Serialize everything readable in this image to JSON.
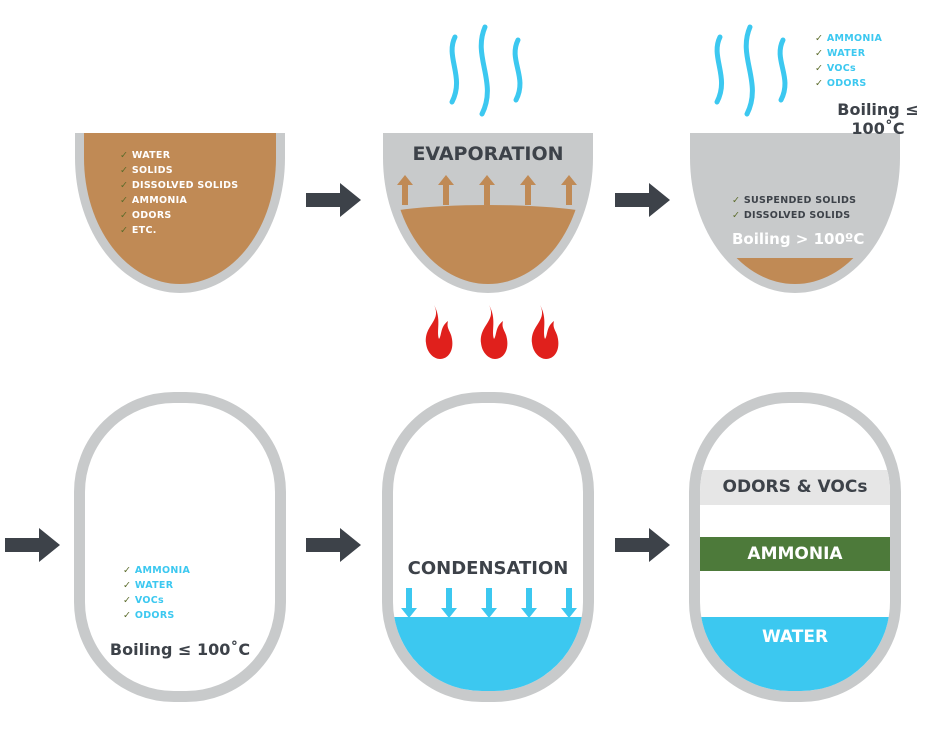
{
  "step1": {
    "items": [
      "WATER",
      "SOLIDS",
      "DISSOLVED SOLIDS",
      "AMMONIA",
      "ODORS",
      "ETC."
    ]
  },
  "step2": {
    "title": "EVAPORATION"
  },
  "step3": {
    "vapor_items": [
      "AMMONIA",
      "WATER",
      "VOCs",
      "ODORS"
    ],
    "vapor_label": "Boiling ≤ 100˚C",
    "residue_items": [
      "SUSPENDED SOLIDS",
      "DISSOLVED SOLIDS"
    ],
    "residue_label": "Boiling > 100ºC"
  },
  "step4": {
    "items": [
      "AMMONIA",
      "WATER",
      "VOCs",
      "ODORS"
    ],
    "label": "Boiling ≤ 100˚C"
  },
  "step5": {
    "title": "CONDENSATION"
  },
  "step6": {
    "bands": [
      "ODORS & VOCs",
      "AMMONIA",
      "WATER"
    ]
  },
  "colors": {
    "brown": "#c08a55",
    "gray": "#c8cacb",
    "blue": "#3cc8f0",
    "green": "#4d7a3a",
    "arrow": "#3d4249",
    "flame": "#e0201c"
  }
}
